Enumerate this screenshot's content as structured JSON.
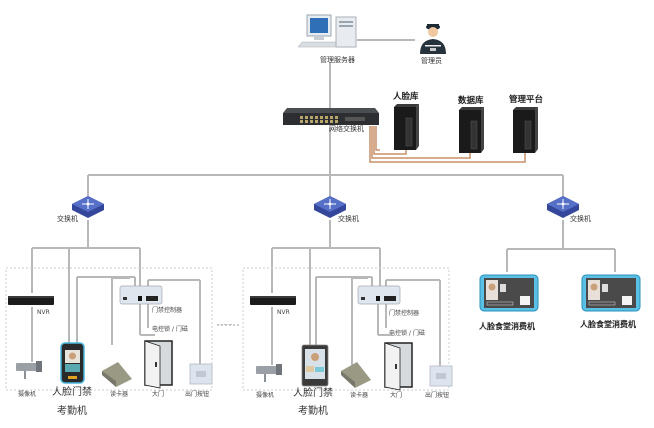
{
  "diagram": {
    "type": "network-topology",
    "colors": {
      "trunk_line": "#b8b8b8",
      "server_link": "#c8906a",
      "switch_blue": "#4a64b8",
      "face_terminal_accent": "#4ab8e0",
      "dashed_box": "#cccccc"
    },
    "top": {
      "workstation_label": "管理服务器",
      "admin_label": "管理员",
      "core_switch_label": "网络交换机",
      "servers": [
        {
          "label": "人脸库"
        },
        {
          "label": "数据库"
        },
        {
          "label": "管理平台"
        }
      ]
    },
    "branches": [
      {
        "switch_label": "交换机",
        "controller_label": "门禁控制器",
        "lock_label": "电控锁 / 门磁",
        "nvr_label": "NVR",
        "devices": [
          {
            "label": "摄像机"
          },
          {
            "label": "人脸门禁"
          },
          {
            "label": "读卡器"
          },
          {
            "label": "大门"
          },
          {
            "label": "出门按钮"
          }
        ],
        "sub_label": "考勤机"
      },
      {
        "switch_label": "交换机",
        "controller_label": "门禁控制器",
        "lock_label": "电控锁 / 门磁",
        "nvr_label": "NVR",
        "devices": [
          {
            "label": "摄像机"
          },
          {
            "label": "人脸门禁"
          },
          {
            "label": "读卡器"
          },
          {
            "label": "大门"
          },
          {
            "label": "出门按钮"
          }
        ],
        "sub_label": "考勤机"
      },
      {
        "switch_label": "交换机",
        "terminals": [
          {
            "label": "人脸食堂消费机"
          },
          {
            "label": "人脸食堂消费机"
          }
        ]
      }
    ],
    "ellipsis": "......"
  }
}
